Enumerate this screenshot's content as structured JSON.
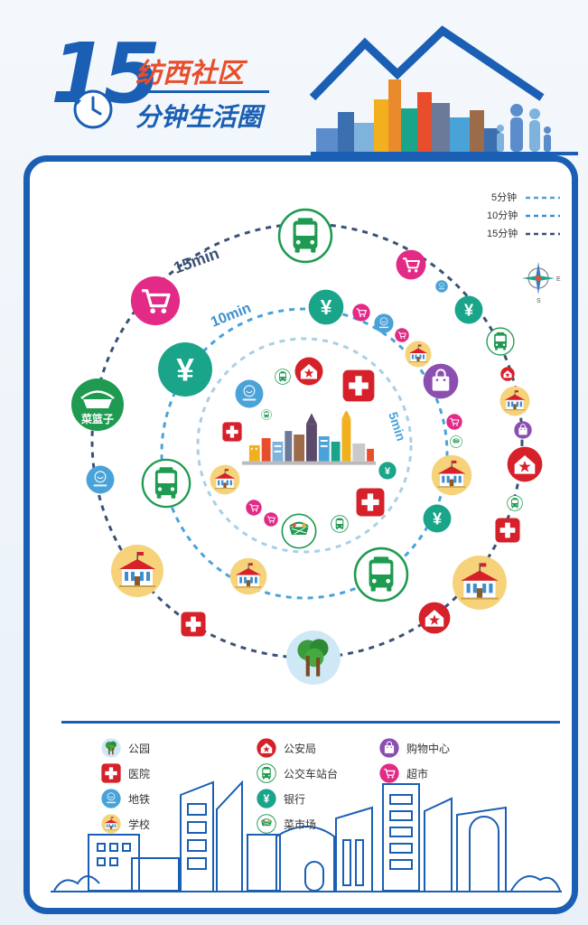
{
  "header": {
    "number": "15",
    "title_line1": "纺西社区",
    "title_line2": "分钟生活圈"
  },
  "key": {
    "items": [
      {
        "label": "5分钟",
        "color": "#4aa3d8"
      },
      {
        "label": "10分钟",
        "color": "#3b8fd0"
      },
      {
        "label": "15分钟",
        "color": "#3a5277"
      }
    ]
  },
  "rings": {
    "r5_label": "5min",
    "r10_label": "10min",
    "r15_label": "15min"
  },
  "basket_text": "菜篮子",
  "compass": {
    "east": "E",
    "south": "S"
  },
  "legend": [
    {
      "label": "公园",
      "icon": "tree-icon"
    },
    {
      "label": "公安局",
      "icon": "police-icon"
    },
    {
      "label": "购物中心",
      "icon": "shopping-bag-icon"
    },
    {
      "label": "医院",
      "icon": "hospital-icon"
    },
    {
      "label": "公交车站台",
      "icon": "bus-icon"
    },
    {
      "label": "超市",
      "icon": "cart-icon"
    },
    {
      "label": "地铁",
      "icon": "metro-icon"
    },
    {
      "label": "银行",
      "icon": "bank-icon"
    },
    {
      "label": "学校",
      "icon": "school-icon"
    },
    {
      "label": "菜市场",
      "icon": "market-icon"
    }
  ],
  "colors": {
    "brand_blue": "#1a5fb4",
    "bus_green": "#1e9b50",
    "bank_teal": "#1aa58a",
    "cart_pink": "#e22a86",
    "hospital_red": "#d6202a",
    "metro_blue": "#4aa3d8",
    "school_yellow": "#f6d37a",
    "shop_purple": "#8a4fb0",
    "title_orange": "#e94e2c"
  }
}
